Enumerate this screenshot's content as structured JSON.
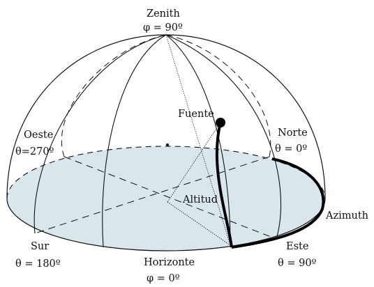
{
  "labels": {
    "zenith": "Zenith",
    "zenith_angle": "φ = 90º",
    "source": "Fuente",
    "west": "Oeste",
    "west_angle": "θ=270º",
    "north": "Norte",
    "north_angle": "θ = 0º",
    "altitude": "Altitud",
    "azimuth": "Azimuth",
    "south": "Sur",
    "south_angle": "θ = 180º",
    "horizon": "Horizonte",
    "horizon_angle": "φ = 0º",
    "east": "Este",
    "east_angle": "θ = 90º"
  },
  "colors": {
    "horizon_plane_fill": "#d9e6ec",
    "line": "#111111"
  }
}
